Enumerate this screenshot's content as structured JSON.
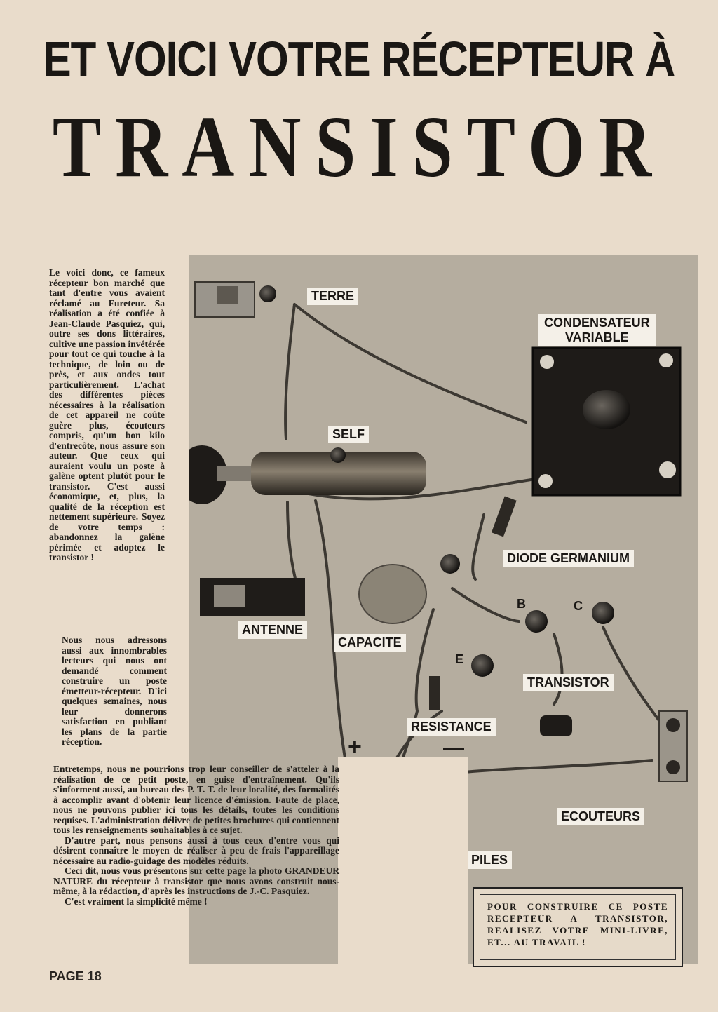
{
  "headline": {
    "line1": "ET VOICI VOTRE RÉCEPTEUR À",
    "line2": "TRANSISTOR"
  },
  "intro_text": "Le voici donc, ce fameux récepteur bon marché que tant d'entre vous avaient réclamé au Fureteur. Sa réalisation a été confiée à Jean-Claude Pasquiez, qui, outre ses dons littéraires, cultive une passion invétérée pour tout ce qui touche à la technique, de loin ou de près, et aux ondes tout particulièrement. L'achat des différentes pièces nécessaires à la réalisation de cet appareil ne coûte guère plus, écouteurs compris, qu'un bon kilo d'entrecôte, nous assure son auteur. Que ceux qui auraient voulu un poste à galène optent plutôt pour le transistor. C'est aussi économique, et, plus, la qualité de la réception est nettement supérieure. Soyez de votre temps : abandonnez la galène périmée et adoptez le transistor !",
  "second_text": "Nous nous adressons aussi aux innombrables lecteurs qui nous ont demandé comment construire un poste émetteur-récepteur. D'ici quelques semaines, nous leur donnerons satisfaction en publiant les plans de la partie réception.",
  "bottom_paragraphs": [
    "Entretemps, nous ne pourrions trop leur conseiller de s'atteler à la réalisation de ce petit poste, en guise d'entraînement. Qu'ils s'informent aussi, au bureau des P. T. T. de leur localité, des formalités à accomplir avant d'obtenir leur licence d'émission. Faute de place, nous ne pouvons publier ici tous les détails, toutes les conditions requises. L'administration délivre de petites brochures qui contiennent tous les renseignements souhaitables à ce sujet.",
    "D'autre part, nous pensons aussi à tous ceux d'entre vous qui désirent connaître le moyen de réaliser à peu de frais l'appareillage nécessaire au radio-guidage des modèles réduits.",
    "Ceci dit, nous vous présentons sur cette page la photo GRANDEUR NATURE du récepteur à transistor que nous avons construit nous-même, à la rédaction, d'après les instructions de J.-C. Pasquiez.",
    "C'est vraiment la simplicité même !"
  ],
  "photo_labels": {
    "terre": "TERRE",
    "condensateur_line1": "CONDENSATEUR",
    "condensateur_line2": "VARIABLE",
    "self": "SELF",
    "diode": "DIODE GERMANIUM",
    "antenne": "ANTENNE",
    "capacite": "CAPACITE",
    "transistor": "TRANSISTOR",
    "resistance": "RESISTANCE",
    "ecouteurs": "ECOUTEURS",
    "piles": "PILES",
    "pin_b": "B",
    "pin_c": "C",
    "pin_e": "E"
  },
  "box_note": "POUR CONSTRUIRE CE POSTE RECEPTEUR A TRANSISTOR, REALISEZ VOTRE MINI-LIVRE, ET... AU TRAVAIL !",
  "page_number": "PAGE 18"
}
